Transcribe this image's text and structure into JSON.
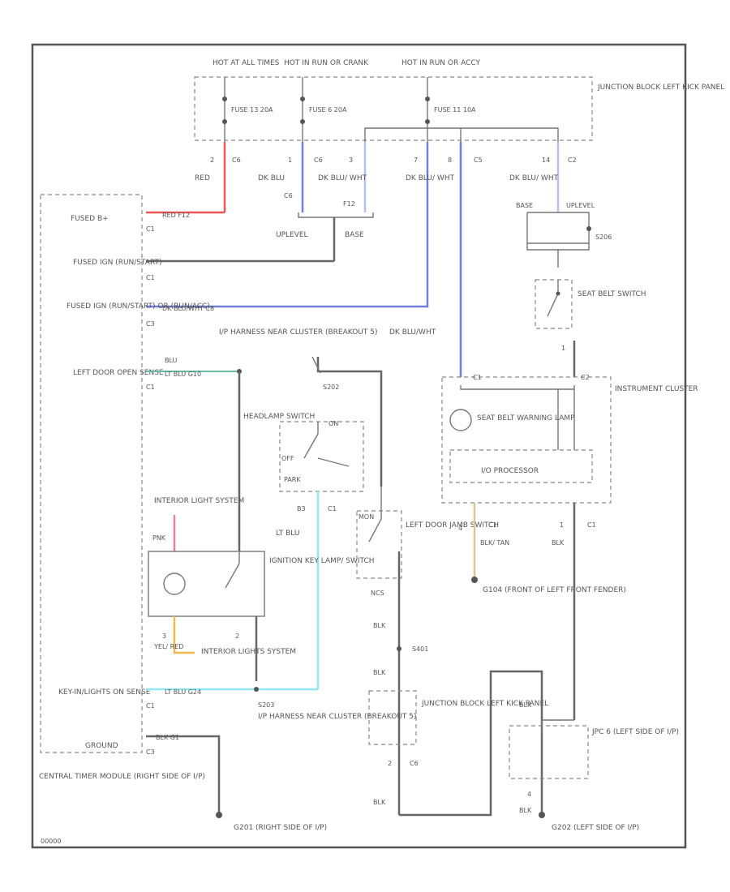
{
  "labels": {
    "hot_at_all_times": "HOT AT ALL TIMES",
    "hot_in_run_crank": "HOT IN RUN OR CRANK",
    "hot_in_run_accy": "HOT IN RUN OR ACCY",
    "junction_block_left": "JUNCTION BLOCK LEFT KICK PANEL",
    "fuse_a": "FUSE 13 20A",
    "fuse_b": "FUSE 6 20A",
    "fuse_c": "FUSE 11 10A",
    "conn_c6": "C6",
    "conn_c5": "C5",
    "conn_c2": "C2",
    "conn_c1": "C1",
    "conn_c3": "C3",
    "pin_2": "2",
    "pin_1": "1",
    "pin_3": "3",
    "pin_7": "7",
    "pin_8": "8",
    "pin_14": "14",
    "pin_4": "4",
    "w_red": "RED",
    "w_dkblu": "DK BLU",
    "w_dkbluwht": "DK BLU/ WHT",
    "w_dkbluwht2": "DK BLU/WHT",
    "w_c6": "C6",
    "w_f12": "F12",
    "uplevel": "UPLEVEL",
    "base": "BASE",
    "base2": "BASE",
    "uplevel2": "UPLEVEL",
    "s206": "S206",
    "fused_b": "FUSED B+",
    "red_f12": "RED F12",
    "fused_ign_a": "FUSED IGN (RUN/START)",
    "fused_ign_b": "FUSED IGN (RUN/START) OR (RUN/ACC)",
    "dkbluwht_c8": "DK BLU/WHT C8",
    "left_door": "LEFT DOOR OPEN SENSE",
    "ltblu_g10": "LT BLU G10",
    "blu": "BLU",
    "ip_harness_a": "I/P HARNESS NEAR CLUSTER (BREAKOUT 5)",
    "s202": "S202",
    "headlamp_switch": "HEADLAMP SWITCH",
    "off": "OFF",
    "park": "PARK",
    "on": "ON",
    "b3": "B3",
    "instrument_cluster": "INSTRUMENT CLUSTER",
    "seat_belt_lamp": "SEAT BELT WARNING LAMP",
    "seat_belt_switch": "SEAT BELT SWITCH",
    "processor": "I/O PROCESSOR",
    "c1b": "C1",
    "c2b": "C2",
    "interior_light_system": "INTERIOR LIGHT SYSTEM",
    "pnk": "PNK",
    "ignition_key_lamp": "IGNITION KEY LAMP/ SWITCH",
    "lt_blu": "LT BLU",
    "mon": "MON",
    "left_door_jamb": "LEFT DOOR JAMB SWITCH",
    "ncs": "NCS",
    "blk": "BLK",
    "blk_tan": "BLK/ TAN",
    "g104": "G104 (FRONT OF LEFT FRONT FENDER)",
    "yel_red": "YEL/ RED",
    "interior_lights": "INTERIOR LIGHTS SYSTEM",
    "key_in": "KEY-IN/LIGHTS ON SENSE",
    "ltblu_g24": "LT BLU G24",
    "s203": "S203",
    "ip_harness_b": "I/P HARNESS NEAR CLUSTER (BREAKOUT 5)",
    "s401": "S401",
    "ground": "GROUND",
    "blk_g1": "BLK G1",
    "junction_block_b": "JUNCTION BLOCK LEFT KICK PANEL",
    "jpc": "JPC 6 (LEFT SIDE OF I/P)",
    "ctm": "CENTRAL TIMER MODULE (RIGHT SIDE OF I/P)",
    "g201": "G201 (RIGHT SIDE OF I/P)",
    "g202": "G202 (LEFT SIDE OF I/P)",
    "code": "00000"
  },
  "colors": {
    "red": "#ee5555",
    "blue": "#7080d8",
    "light_blue": "#b8c4ee",
    "cyan": "#8fe8f4",
    "pink": "#e87fa8",
    "orange": "#f0b850",
    "tan": "#d8c890",
    "green": "#66bbaa",
    "black": "#555555"
  }
}
